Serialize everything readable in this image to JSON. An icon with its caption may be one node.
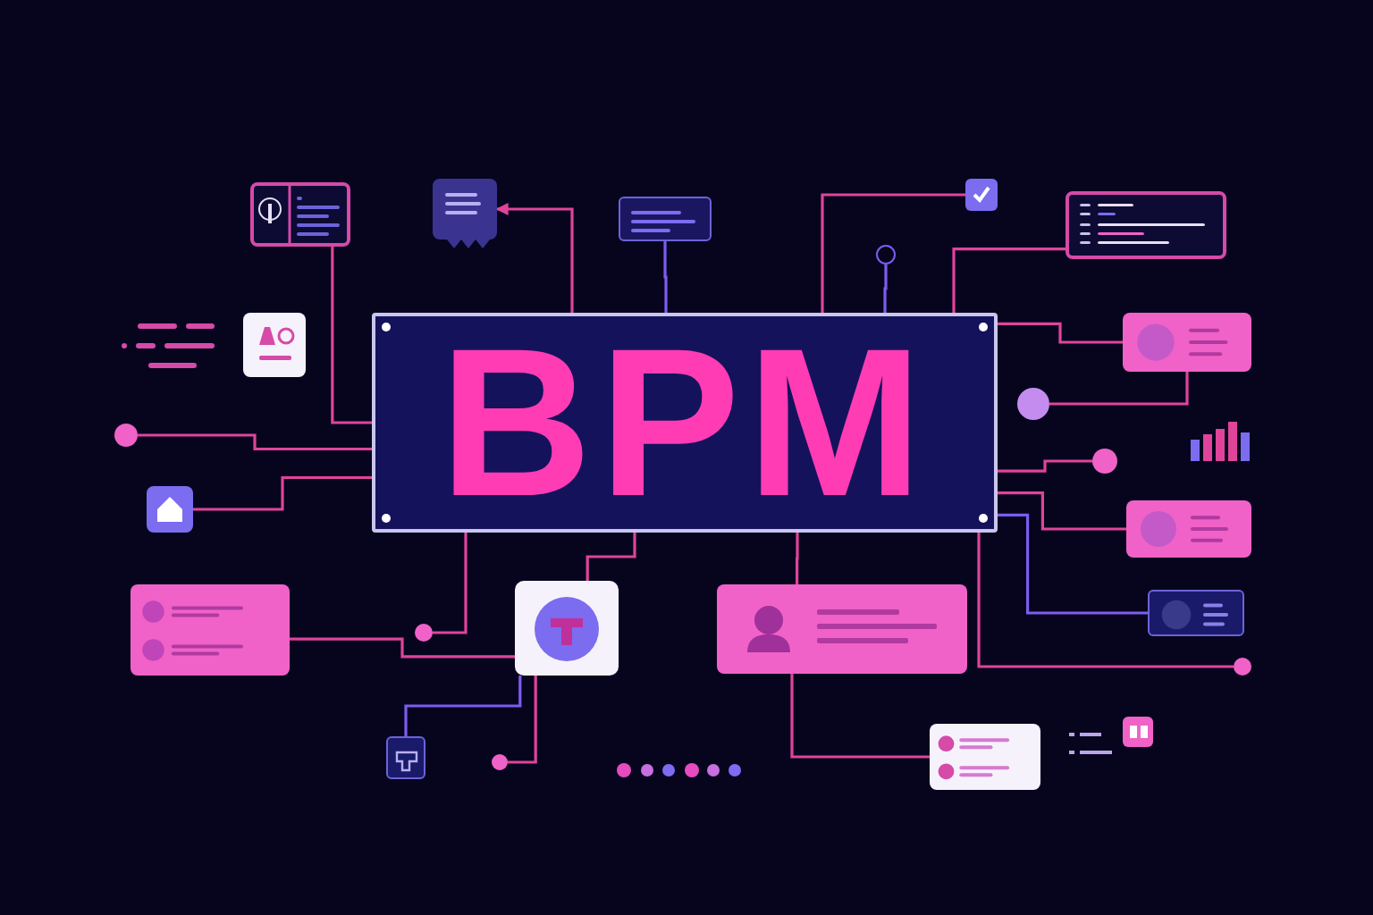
{
  "diagram": {
    "nodes": [
      {
        "text": [
          "BPM"
        ]
      },
      {
        "text": [],
        "shape": "box"
      },
      {
        "text": [],
        "shape": "picture"
      },
      {
        "text": [],
        "shape": "box"
      },
      {
        "text": [],
        "shape": "picture"
      },
      {
        "text": [],
        "shape": "box"
      },
      {
        "text": [],
        "shape": "box"
      },
      {
        "text": [],
        "shape": "circle"
      },
      {
        "text": [],
        "shape": "circle"
      },
      {
        "text": [],
        "shape": "box"
      },
      {
        "text": [],
        "shape": "box"
      },
      {
        "text": [],
        "shape": "circle"
      },
      {
        "text": [],
        "shape": "box"
      },
      {
        "text": [],
        "shape": "box"
      },
      {
        "text": [],
        "shape": "box"
      },
      {
        "text": [],
        "shape": "picture"
      },
      {
        "text": [],
        "shape": "picture"
      },
      {
        "text": [],
        "shape": "circle"
      },
      {
        "text": [],
        "shape": "circle"
      },
      {
        "text": [],
        "shape": "circle"
      },
      {
        "text": [],
        "shape": "picture"
      },
      {
        "text": [],
        "shape": "box"
      },
      {
        "text": [],
        "shape": "circle"
      },
      {
        "text": [],
        "shape": "picture"
      }
    ],
    "edges": [
      {
        "from": 1,
        "to": 0,
        "arrow": "none"
      },
      {
        "from": 0,
        "to": 2,
        "arrow": "to"
      },
      {
        "from": 3,
        "to": 0,
        "arrow": "none",
        "color": "#7d5cf0"
      },
      {
        "from": 0,
        "to": 4,
        "arrow": "none"
      },
      {
        "from": 0,
        "to": 5,
        "arrow": "none"
      },
      {
        "from": 18,
        "to": 0,
        "arrow": "none",
        "color": "#7d5cf0"
      },
      {
        "from": 0,
        "to": 6,
        "arrow": "none"
      },
      {
        "from": 6,
        "to": 7,
        "arrow": "none"
      },
      {
        "from": 0,
        "to": 8,
        "arrow": "none"
      },
      {
        "from": 0,
        "to": 9,
        "arrow": "none"
      },
      {
        "from": 0,
        "to": 10,
        "arrow": "none",
        "color": "#7d5cf0"
      },
      {
        "from": 0,
        "to": 11,
        "arrow": "none"
      },
      {
        "from": 0,
        "to": 12,
        "arrow": "none"
      },
      {
        "from": 0,
        "to": 13,
        "arrow": "none"
      },
      {
        "from": 12,
        "to": 21,
        "arrow": "none"
      },
      {
        "from": 13,
        "to": 22,
        "arrow": "none"
      },
      {
        "from": 13,
        "to": 20,
        "arrow": "none",
        "color": "#7d5cf0"
      },
      {
        "from": 0,
        "to": 15,
        "arrow": "none"
      },
      {
        "from": 0,
        "to": 17,
        "arrow": "none"
      },
      {
        "from": 0,
        "to": 19,
        "arrow": "none"
      },
      {
        "from": 14,
        "to": 13,
        "arrow": "none"
      }
    ]
  }
}
